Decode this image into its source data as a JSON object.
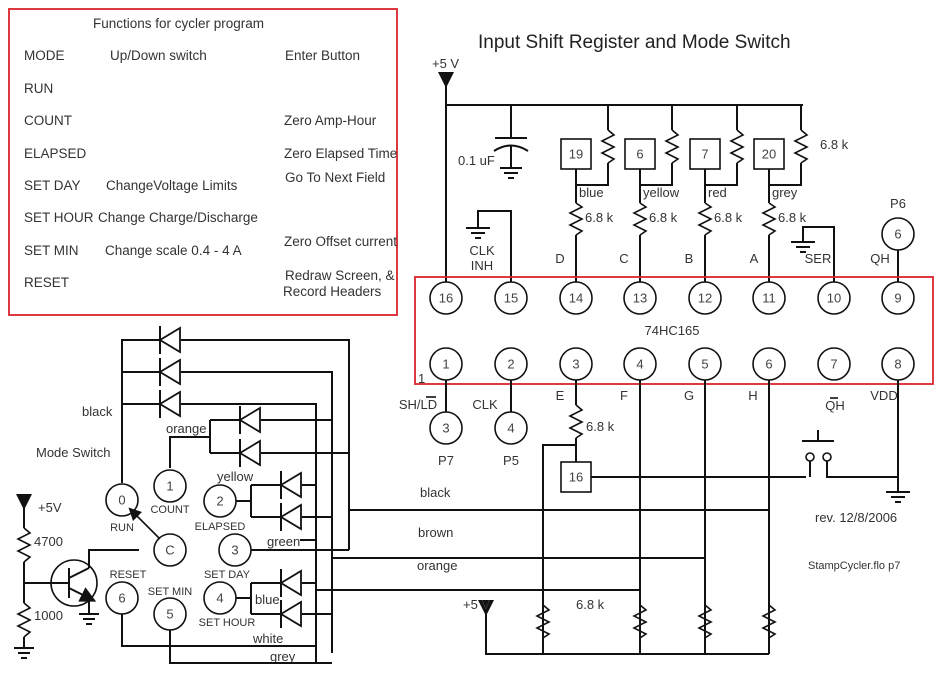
{
  "title": "Input Shift Register and Mode Switch",
  "colors": {
    "highlight_box": "#d8242b",
    "wire": "#111111",
    "text": "#333333"
  },
  "functions_table": {
    "heading": "Functions for cycler program",
    "rows": [
      {
        "mode": "MODE",
        "updown": "Up/Down switch",
        "enter": "Enter Button"
      },
      {
        "mode": "RUN",
        "updown": "",
        "enter": ""
      },
      {
        "mode": "COUNT",
        "updown": "",
        "enter": "Zero Amp-Hour"
      },
      {
        "mode": "ELAPSED",
        "updown": "",
        "enter": "Zero Elapsed Time"
      },
      {
        "mode": "SET DAY",
        "updown": "ChangeVoltage Limits",
        "enter": "Go To Next Field"
      },
      {
        "mode": "SET HOUR",
        "updown": "Change Charge/Discharge",
        "enter": ""
      },
      {
        "mode": "SET MIN",
        "updown": "Change scale 0.4 - 4 A",
        "enter": "Zero Offset current"
      },
      {
        "mode": "RESET",
        "updown": "",
        "enter": "Redraw Screen, &",
        "enter2": "Record Headers"
      }
    ]
  },
  "supply": {
    "plus5v": "+5 V",
    "plus5v_short": "+5V",
    "cap": "0.1 uF"
  },
  "ic": {
    "name": "74HC165",
    "pin1_marker": "1",
    "top_pins": [
      "16",
      "15",
      "14",
      "13",
      "12",
      "11",
      "10",
      "9"
    ],
    "bottom_pins": [
      "1",
      "2",
      "3",
      "4",
      "5",
      "6",
      "7",
      "8"
    ],
    "top_labels": [
      "",
      "CLK INH",
      "D",
      "C",
      "B",
      "A",
      "SER",
      "QH"
    ],
    "clk_inh_1": "CLK",
    "clk_inh_2": "INH",
    "bottom_labels": [
      "SH/LD",
      "CLK",
      "E",
      "F",
      "G",
      "H",
      "QH",
      "VDD"
    ]
  },
  "connectors": {
    "top_boxes": [
      "19",
      "6",
      "7",
      "20"
    ],
    "wire_colors_top": [
      "blue",
      "yellow",
      "red",
      "grey"
    ],
    "resistor": "6.8 k",
    "p6_label": "P6",
    "p6_pin": "6",
    "p7_label": "P7",
    "p7_pin": "3",
    "p5_label": "P5",
    "p5_pin": "4",
    "e_box": "16"
  },
  "bus_wires": [
    "black",
    "brown",
    "orange"
  ],
  "mode_switch": {
    "label": "Mode Switch",
    "positions": [
      {
        "num": "0",
        "name": "RUN"
      },
      {
        "num": "1",
        "name": "COUNT"
      },
      {
        "num": "2",
        "name": "ELAPSED"
      },
      {
        "num": "3",
        "name": "SET DAY"
      },
      {
        "num": "4",
        "name": "SET HOUR"
      },
      {
        "num": "5",
        "name": "SET MIN"
      },
      {
        "num": "6",
        "name": "RESET"
      }
    ],
    "common": "C",
    "wire_labels": {
      "black": "black",
      "orange": "orange",
      "yellow": "yellow",
      "green": "green",
      "blue": "blue",
      "white": "white",
      "grey": "grey"
    }
  },
  "transistor_bias": {
    "r_top": "4700",
    "r_bottom": "1000"
  },
  "footer": {
    "revision": "rev. 12/8/2006",
    "file": "StampCycler.flo p7"
  }
}
